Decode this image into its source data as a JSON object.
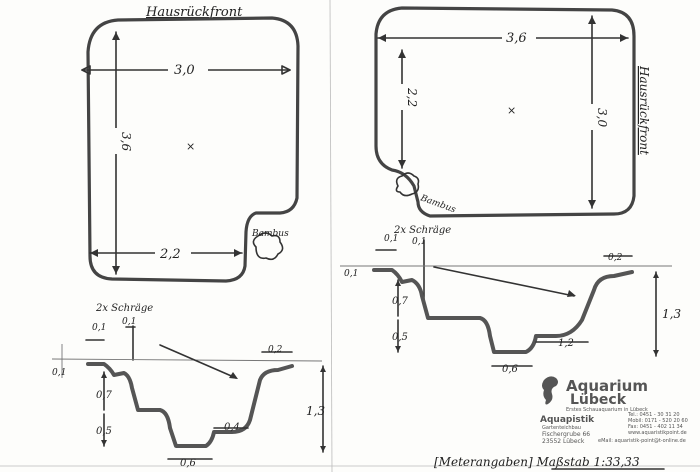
{
  "left_plan": {
    "title": "Hausrückfront",
    "width": "3,0",
    "height": "3,6",
    "bottom_width": "2,2",
    "plant": "Bambus"
  },
  "right_plan": {
    "title": "Hausrückfront",
    "width": "3,6",
    "depth_side": "2,2",
    "height": "3,0",
    "plant": "Bambus"
  },
  "left_section": {
    "slope_note": "2x Schräge",
    "top_step": "0,1",
    "left_step": "0,1",
    "rim": "0,1",
    "right_rim": "0,2",
    "depth_1": "0,7",
    "depth_2": "0,5",
    "total_depth": "1,3",
    "bottom": "0,6",
    "shelf": "0,4"
  },
  "right_section": {
    "slope_note": "2x Schräge",
    "top_step": "0,1",
    "left_step": "0,1",
    "rim": "0,1",
    "right_rim": "0,2",
    "depth_1": "0,7",
    "depth_2": "0,5",
    "total_depth": "1,3",
    "bottom": "0,6",
    "shelf": "1,2"
  },
  "stamp": {
    "brand_top": "Aquarium",
    "brand_bottom": "Lübeck",
    "tagline": "Erstes Schauaquarium in Lübeck",
    "sub_brand": "Aquapistik",
    "sub_tagline": "Gartenteichbau",
    "street": "Fischergrube 66",
    "city": "23552 Lübeck",
    "tel": "Tel.: 0451 - 30 31 20",
    "mobil": "Mobil: 0171 - 520 20 60",
    "fax": "Fax: 0451 - 402 11 34",
    "web": "www.aquaristikpoint.de",
    "email": "eMail: aquaristik-point@t-online.de"
  },
  "footer": {
    "scale_note": "[Meterangaben] Maßstab 1:33,33"
  },
  "colors": {
    "ink": "#333333",
    "paper": "#fdfdfb",
    "stamp": "#555555"
  }
}
